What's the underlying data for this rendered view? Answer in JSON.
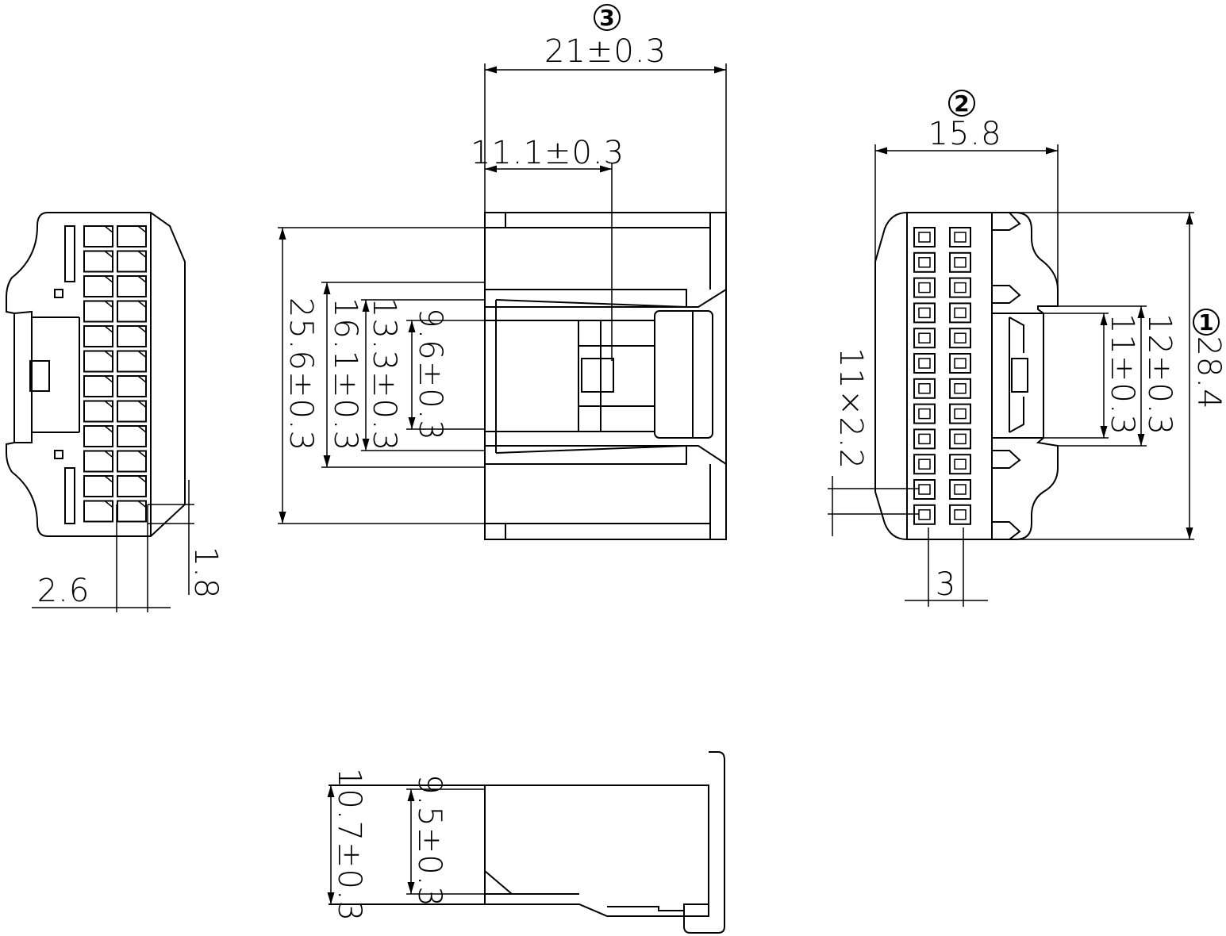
{
  "dimensions": {
    "width_21": "21±0.3",
    "width_11_1": "11.1±0.3",
    "height_25_6": "25.6±0.3",
    "height_16_1": "16.1±0.3",
    "height_13_3": "13.3±0.3",
    "height_9_6": "9.6±0.3",
    "width_15_8": "15.8",
    "height_28_4": "28.4",
    "height_12": "12±0.3",
    "height_11": "11±0.3",
    "pitch_11x2_2": "11×2.2",
    "pitch_3": "3",
    "pitch_2_6": "2.6",
    "pitch_1_8": "1.8",
    "height_10_7": "10.7±0.3",
    "height_9_5": "9.5±0.3"
  },
  "callouts": {
    "c1": "1",
    "c2": "2",
    "c3": "3"
  },
  "connector": {
    "rows": 12,
    "columns": 2
  }
}
